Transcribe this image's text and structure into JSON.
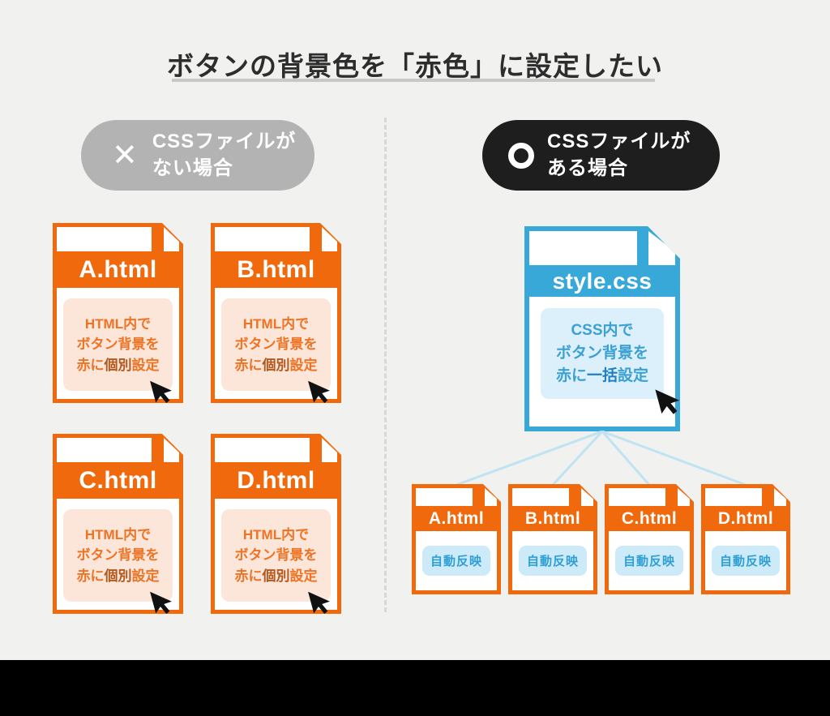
{
  "header": {
    "title": "ボタンの背景色を「赤色」に設定したい"
  },
  "colors": {
    "background": "#f1f1ef",
    "orange": "#f0690c",
    "orange_note_bg": "#fce5d9",
    "orange_note_text": "#ef7323",
    "orange_note_bold": "#b2591d",
    "blue": "#38a8d9",
    "blue_note_bg": "#dcf0fb",
    "blue_note_text": "#3ba0d4",
    "blue_note_bold": "#1e7ec6",
    "auto_pill_bg": "#cdeaf8",
    "auto_pill_text": "#2f9fd6",
    "badge_gray": "#b3b3b3",
    "badge_black": "#1e1e1e",
    "connector_line": "#bfe3f2",
    "bottom_bar": "#000000"
  },
  "left_section": {
    "badge": {
      "mark": "✕",
      "line1": "CSSファイルが",
      "line2": "ない場合"
    },
    "files": [
      {
        "title": "A.html",
        "line1": "HTML内で",
        "line2": "ボタン背景を",
        "line3_pre": "赤に",
        "line3_bold": "個別",
        "line3_post": "設定"
      },
      {
        "title": "B.html",
        "line1": "HTML内で",
        "line2": "ボタン背景を",
        "line3_pre": "赤に",
        "line3_bold": "個別",
        "line3_post": "設定"
      },
      {
        "title": "C.html",
        "line1": "HTML内で",
        "line2": "ボタン背景を",
        "line3_pre": "赤に",
        "line3_bold": "個別",
        "line3_post": "設定"
      },
      {
        "title": "D.html",
        "line1": "HTML内で",
        "line2": "ボタン背景を",
        "line3_pre": "赤に",
        "line3_bold": "個別",
        "line3_post": "設定"
      }
    ]
  },
  "right_section": {
    "badge": {
      "line1": "CSSファイルが",
      "line2": "ある場合"
    },
    "css_file": {
      "title": "style.css",
      "line1": "CSS内で",
      "line2": "ボタン背景を",
      "line3_pre": "赤に",
      "line3_bold": "一括",
      "line3_post": "設定"
    },
    "html_files": [
      {
        "title": "A.html",
        "label": "自動反映"
      },
      {
        "title": "B.html",
        "label": "自動反映"
      },
      {
        "title": "C.html",
        "label": "自動反映"
      },
      {
        "title": "D.html",
        "label": "自動反映"
      }
    ]
  }
}
